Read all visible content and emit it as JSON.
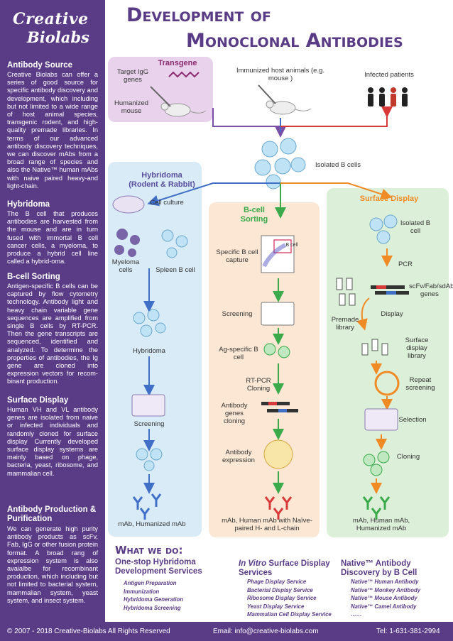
{
  "header": {
    "logo_line1": "Creative",
    "logo_line2": "Biolabs",
    "title_line1": "Development of",
    "title_line2": "Monoclonal Antibodies"
  },
  "sidebar": {
    "sections": [
      {
        "heading": "Antibody Source",
        "text": "Creative Biolabs can offer a series of good source for specific antibody discovery and development, which including but not limited to a wide range of host animal species, transgenic rodent, and high-quality premade libraries. In terms of our advanced antibody discovery techniques, we can discover mAbs from a broad range of species and also the Native™ human mAbs with naive paired heavy-and light-chain."
      },
      {
        "heading": "Hybridoma",
        "text": "The B cell that produces antibodies are harvested from the mouse and are in turn fused with immortal B cell cancer cells, a myeloma, to produce a hybrid cell line called a hybrid-oma."
      },
      {
        "heading": "B-cell Sorting",
        "text": "Antigen-specific B cells can be captured by flow cytometry technology. Antibody light and heavy chain variable gene sequences are amplified from single B cells by RT-PCR. Then the gene transcripts are sequenced, identified and analyzed. To determine the properties of antibodies, the Ig gene are cloned into expression vectors for recom-binant production."
      },
      {
        "heading": "Surface Display",
        "text": "Human VH and VL antibody genes are isolated from naive or infected individuals and randomly cloned for surface display Currently developed surface display systems are mainly based on phage, bacteria, yeast, ribosome, and mammalian cell."
      },
      {
        "heading": "Antibody Production & Purification",
        "text": "We can generate high purity antibody products as scFv, Fab, IgG or other fusion protein format. A broad rang of expression system is also avaialbe for recombinant production, which including but not limited to bacterial system, mammalian system, yeast system, and insect system."
      }
    ]
  },
  "diagram": {
    "transgene": {
      "title": "Transgene",
      "target": "Target IgG genes",
      "humanized": "Humanized mouse"
    },
    "immunized": "Immunized host animals (e.g. mouse )",
    "infected": "Infected patients",
    "isolated_b": "Isolated B cells",
    "hybridoma": {
      "title": "Hybridoma (Rodent & Rabbit)",
      "cell_culture": "Cell culture",
      "myeloma": "Myeloma cells",
      "spleen": "Spleen B cell",
      "hybridoma": "Hybridoma",
      "screening": "Screening",
      "result": "mAb, Humanized mAb"
    },
    "bcell": {
      "title": "B-cell Sorting",
      "capture": "Specific B cell capture",
      "gate": "B cell",
      "screening": "Screening",
      "agspecific": "Ag-specific B cell",
      "rtpcr": "RT-PCR Cloning",
      "genes": "Antibody genes cloning",
      "expression": "Antibody expression",
      "result": "mAb, Human mAb with Naïve-paired H- and L-chain"
    },
    "surface": {
      "title": "Surface Display",
      "isolated": "Isolated B cell",
      "pcr": "PCR",
      "genes": "scFv/Fab/sdAb genes",
      "premade": "Premade library",
      "display": "Display",
      "library": "Surface display library",
      "repeat": "Repeat screening",
      "selection": "Selection",
      "cloning": "Cloning",
      "result": "mAb, Human mAb, Humanized mAb"
    }
  },
  "services": {
    "what": "What we do:",
    "col1": {
      "heading": "One-stop Hybridoma Development Services",
      "items": [
        "Antigen Preparation",
        "Immunization",
        "Hybridoma Generation",
        "Hybridoma Screening"
      ]
    },
    "col2": {
      "heading_italic": "In Vitro",
      "heading_rest": "Surface Display Services",
      "items": [
        "Phage Display Service",
        "Bacterial Display Service",
        "Ribosome Display Service",
        "Yeast Display Service",
        "Mammalian Cell Display Service"
      ]
    },
    "col3": {
      "heading": "Native™ Antibody Discovery by B Cell",
      "items": [
        "Native™ Human Antibody",
        "Native™ Monkey Antibody",
        "Native™ Mouse Antibody",
        "Native™ Camel Antibody",
        "……"
      ]
    }
  },
  "footer": {
    "copyright": "© 2007 - 2018 Creative-Biolabs All Rights Reserved",
    "email": "Email: info@creative-biolabs.com",
    "tel": "Tel: 1-631-381-2994"
  },
  "colors": {
    "brand": "#5a3b86",
    "transgene_bg": "#e9d3ec",
    "hybridoma_bg": "#d8ebf6",
    "bcell_bg": "#fbe7d3",
    "surface_bg": "#dcefd8",
    "arrow_blue": "#3f6fc7",
    "arrow_orange": "#f08a24",
    "arrow_green": "#3aaa4a",
    "arrow_red": "#d83a3a"
  }
}
